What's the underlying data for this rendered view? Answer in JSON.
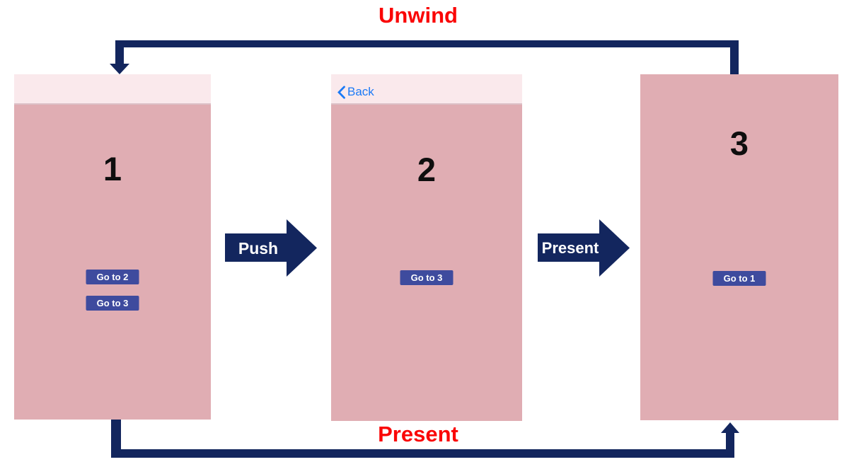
{
  "colors": {
    "navy": "#13265e",
    "red": "#fa0606",
    "screen-body": "#e0adb3",
    "screen-navbar": "#fae9ec",
    "navbar-border": "#dcc0c6",
    "button-bg": "#3e4b9e",
    "ios-blue": "#1b7af6"
  },
  "flow": {
    "unwind_label": "Unwind",
    "present_bottom_label": "Present",
    "push_arrow_label": "Push",
    "present_arrow_label": "Present"
  },
  "screens": [
    {
      "number": "1",
      "buttons": [
        "Go to 2",
        "Go to 3"
      ]
    },
    {
      "number": "2",
      "back_label": "Back",
      "buttons": [
        "Go to 3"
      ]
    },
    {
      "number": "3",
      "buttons": [
        "Go to 1"
      ]
    }
  ]
}
